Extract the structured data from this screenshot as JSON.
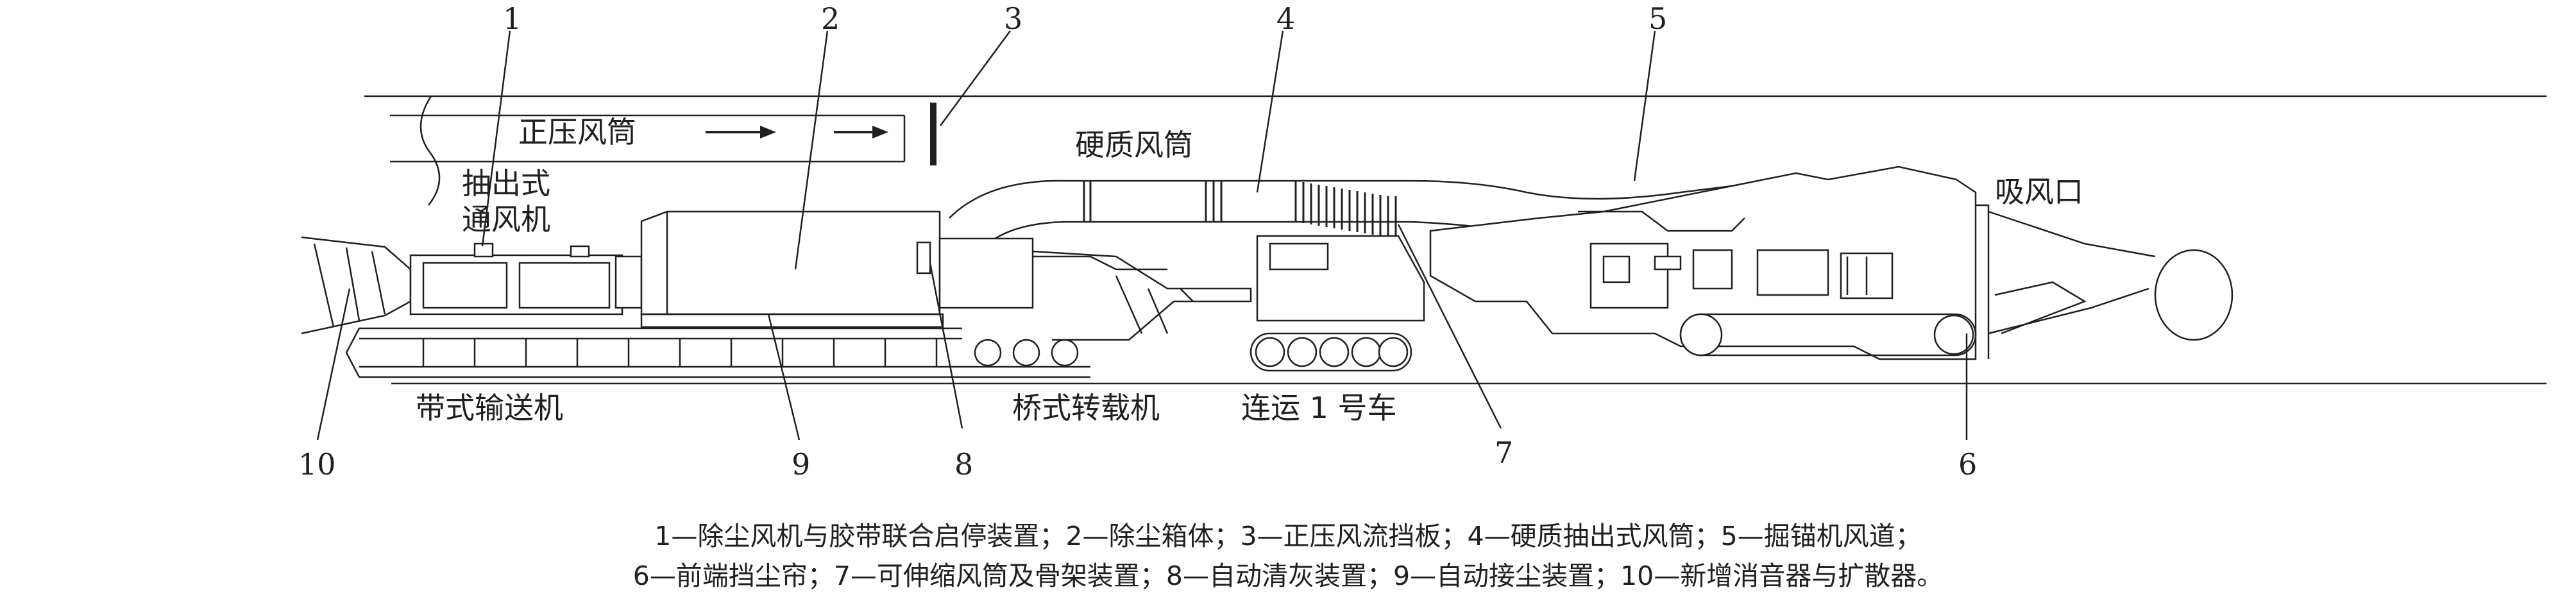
{
  "callouts": [
    "1",
    "2",
    "3",
    "4",
    "5",
    "6",
    "7",
    "8",
    "9",
    "10"
  ],
  "labels": {
    "positive_duct": "正压风筒",
    "extraction_fan_line1": "抽出式",
    "extraction_fan_line2": "通风机",
    "hard_duct": "硬质风筒",
    "suction_inlet": "吸风口",
    "belt_conveyor": "带式输送机",
    "bridge_loader": "桥式转载机",
    "shuttle_car": "连运 1 号车"
  },
  "caption": {
    "line1": "1—除尘风机与胶带联合启停装置；2—除尘箱体；3—正压风流挡板；4—硬质抽出式风筒；5—掘锚机风道；",
    "line2": "6—前端挡尘帘；7—可伸缩风筒及骨架装置；8—自动清灰装置；9—自动接尘装置；10—新增消音器与扩散器。"
  }
}
